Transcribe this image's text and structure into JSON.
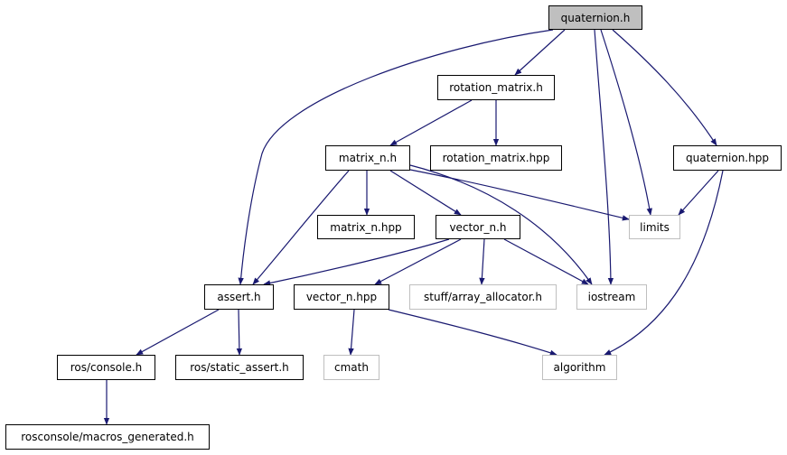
{
  "diagram": {
    "edge_color": "#191970",
    "root_fill": "#bfbfbf",
    "missing_border": "#bfbfbf",
    "nodes": [
      {
        "id": "quaternion_h",
        "label": "quaternion.h",
        "kind": "root"
      },
      {
        "id": "rotation_matrix_h",
        "label": "rotation_matrix.h",
        "kind": "solid"
      },
      {
        "id": "matrix_n_h",
        "label": "matrix_n.h",
        "kind": "solid"
      },
      {
        "id": "rotation_matrix_hpp",
        "label": "rotation_matrix.hpp",
        "kind": "solid"
      },
      {
        "id": "quaternion_hpp",
        "label": "quaternion.hpp",
        "kind": "solid"
      },
      {
        "id": "matrix_n_hpp",
        "label": "matrix_n.hpp",
        "kind": "solid"
      },
      {
        "id": "vector_n_h",
        "label": "vector_n.h",
        "kind": "solid"
      },
      {
        "id": "limits",
        "label": "limits",
        "kind": "ghost"
      },
      {
        "id": "assert_h",
        "label": "assert.h",
        "kind": "solid"
      },
      {
        "id": "vector_n_hpp",
        "label": "vector_n.hpp",
        "kind": "solid"
      },
      {
        "id": "array_allocator_h",
        "label": "stuff/array_allocator.h",
        "kind": "ghost"
      },
      {
        "id": "iostream",
        "label": "iostream",
        "kind": "ghost"
      },
      {
        "id": "ros_console_h",
        "label": "ros/console.h",
        "kind": "solid"
      },
      {
        "id": "ros_static_assert_h",
        "label": "ros/static_assert.h",
        "kind": "solid"
      },
      {
        "id": "cmath",
        "label": "cmath",
        "kind": "ghost"
      },
      {
        "id": "algorithm",
        "label": "algorithm",
        "kind": "ghost"
      },
      {
        "id": "macros_generated_h",
        "label": "rosconsole/macros_generated.h",
        "kind": "solid"
      }
    ],
    "edges": [
      {
        "from": "quaternion_h",
        "to": "rotation_matrix_h"
      },
      {
        "from": "quaternion_h",
        "to": "assert_h"
      },
      {
        "from": "quaternion_h",
        "to": "quaternion_hpp"
      },
      {
        "from": "quaternion_h",
        "to": "limits"
      },
      {
        "from": "quaternion_h",
        "to": "iostream"
      },
      {
        "from": "rotation_matrix_h",
        "to": "matrix_n_h"
      },
      {
        "from": "rotation_matrix_h",
        "to": "rotation_matrix_hpp"
      },
      {
        "from": "matrix_n_h",
        "to": "matrix_n_hpp"
      },
      {
        "from": "matrix_n_h",
        "to": "vector_n_h"
      },
      {
        "from": "matrix_n_h",
        "to": "assert_h"
      },
      {
        "from": "matrix_n_h",
        "to": "limits"
      },
      {
        "from": "matrix_n_h",
        "to": "iostream"
      },
      {
        "from": "quaternion_hpp",
        "to": "limits"
      },
      {
        "from": "quaternion_hpp",
        "to": "algorithm"
      },
      {
        "from": "vector_n_h",
        "to": "assert_h"
      },
      {
        "from": "vector_n_h",
        "to": "vector_n_hpp"
      },
      {
        "from": "vector_n_h",
        "to": "array_allocator_h"
      },
      {
        "from": "vector_n_h",
        "to": "iostream"
      },
      {
        "from": "assert_h",
        "to": "ros_console_h"
      },
      {
        "from": "assert_h",
        "to": "ros_static_assert_h"
      },
      {
        "from": "vector_n_hpp",
        "to": "cmath"
      },
      {
        "from": "vector_n_hpp",
        "to": "algorithm"
      },
      {
        "from": "ros_console_h",
        "to": "macros_generated_h"
      }
    ]
  }
}
